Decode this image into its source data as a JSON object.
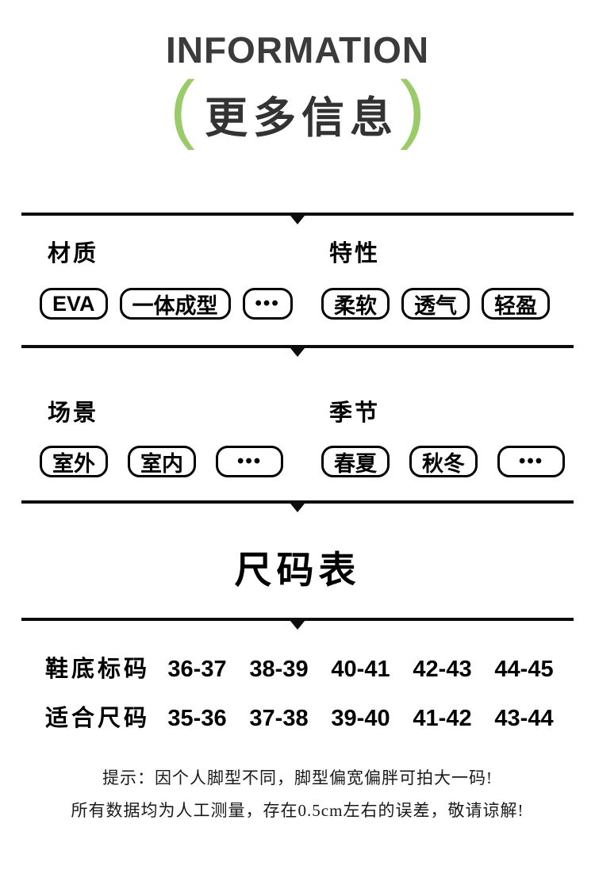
{
  "header": {
    "title": "INFORMATION",
    "paren_open": "(",
    "subtitle": "更多信息",
    "paren_close": ")",
    "accent_color": "#9BCB69"
  },
  "sections": [
    {
      "groups": [
        {
          "label": "材质",
          "pills": [
            "EVA",
            "一体成型",
            "•••"
          ]
        },
        {
          "label": "特性",
          "pills": [
            "柔软",
            "透气",
            "轻盈"
          ]
        }
      ]
    },
    {
      "groups": [
        {
          "label": "场景",
          "pills": [
            "室外",
            "室内",
            "•••"
          ]
        },
        {
          "label": "季节",
          "pills": [
            "春夏",
            "秋冬",
            "•••"
          ]
        }
      ]
    }
  ],
  "size_chart": {
    "title": "尺码表",
    "rows": [
      {
        "label": "鞋底标码",
        "values": [
          "36-37",
          "38-39",
          "40-41",
          "42-43",
          "44-45"
        ]
      },
      {
        "label": "适合尺码",
        "values": [
          "35-36",
          "37-38",
          "39-40",
          "41-42",
          "43-44"
        ]
      }
    ]
  },
  "notes": [
    "提示：因个人脚型不同，脚型偏宽偏胖可拍大一码!",
    "所有数据均为人工测量，存在0.5cm左右的误差，敬请谅解!"
  ]
}
